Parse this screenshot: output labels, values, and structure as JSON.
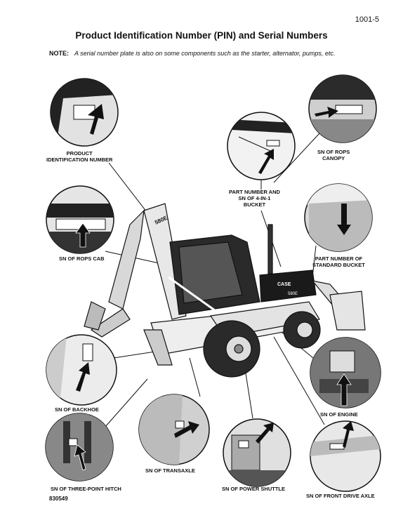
{
  "page_number": "1001-5",
  "title": "Product Identification Number (PIN) and Serial Numbers",
  "note": {
    "label": "NOTE:",
    "text": "A serial number plate is also on some components such as the starter, alternator, pumps, etc."
  },
  "callouts": {
    "pin": [
      "PRODUCT",
      "IDENTIFICATION NUMBER"
    ],
    "rops_canopy": [
      "SN OF ROPS",
      "CANOPY"
    ],
    "part_4in1": [
      "PART NUMBER AND",
      "SN OF 4-IN-1",
      "BUCKET"
    ],
    "rops_cab": "SN OF ROPS CAB",
    "std_bucket": [
      "PART NUMBER OF",
      "STANDARD BUCKET"
    ],
    "backhoe": "SN OF BACKHOE",
    "engine": "SN OF ENGINE",
    "transaxle": "SN OF TRANSAXLE",
    "hitch": "SN OF THREE-POINT HITCH",
    "power_shuttle": "SN OF POWER SHUTTLE",
    "front_axle": "SN OF FRONT DRIVE AXLE"
  },
  "machine_markings": {
    "model": "580E",
    "brand": "CASE"
  },
  "figure_number": "830549"
}
